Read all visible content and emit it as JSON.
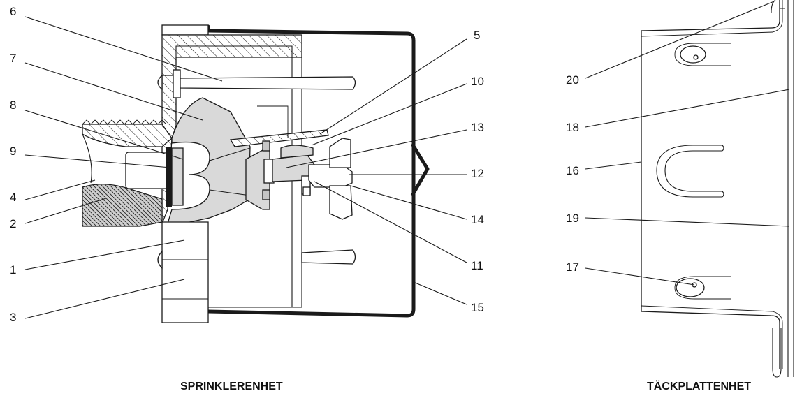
{
  "captions": {
    "left": "SPRINKLERENHET",
    "right": "TÄCKPLATTENHET"
  },
  "callouts": [
    "6",
    "7",
    "8",
    "9",
    "4",
    "2",
    "1",
    "3",
    "5",
    "10",
    "13",
    "12",
    "14",
    "11",
    "15",
    "20",
    "18",
    "16",
    "19",
    "17"
  ]
}
